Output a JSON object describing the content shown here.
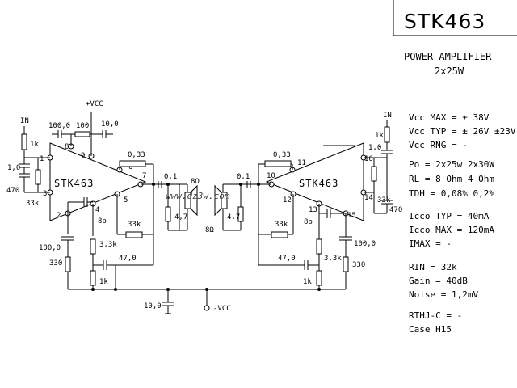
{
  "title": "STK463",
  "subtitle": [
    "POWER AMPLIFIER",
    "2x25W"
  ],
  "specs": [
    "Vcc MAX = ± 38V",
    "Vcc TYP = ± 26V   ±23V",
    "Vcc RNG = -",
    "Po  = 2x25w     2x30W",
    "RL  = 8 Ohm     4 Ohm",
    "TDH = 0,08%     0,2%",
    "Icco TYP = 40mA",
    "Icco MAX = 120mA",
    "IMAX  =  -",
    "RIN  = 32k",
    "Gain = 40dB",
    "Noise = 1,2mV",
    "RTHJ-C = -",
    "Case   H15"
  ],
  "ic_label": "STK463",
  "watermark": "www.dz3w.com",
  "supply": {
    "vcc_pos": "+VCC",
    "vcc_neg": "-VCC"
  },
  "left": {
    "in": "IN",
    "pins": [
      "1",
      "2",
      "3",
      "4",
      "5",
      "6",
      "7",
      "8",
      "9"
    ],
    "parts": {
      "c_in": "1,0",
      "r_in": "1k",
      "r_bias": "33k",
      "c_470": "470",
      "c_100_0": "100,0",
      "r_100": "100",
      "c_10_0": "10,0",
      "r_0_33": "0,33",
      "r_0_1": "0,1",
      "r_4_7": "4,7",
      "spk": "8Ω",
      "c_8p": "8p",
      "r_33k": "33k",
      "c_100_0b": "100,0",
      "r_330": "330",
      "r_3_3k": "3,3k",
      "c_47_0": "47,0",
      "r_1k": "1k"
    }
  },
  "right": {
    "in": "IN",
    "pins": [
      "10",
      "11",
      "12",
      "13",
      "14",
      "15",
      "16"
    ],
    "parts": {
      "c_in": "1,0",
      "r_in": "1k",
      "r_bias": "33k",
      "c_470": "470",
      "r_0_33": "0,33",
      "r_0_1": "0,1",
      "r_4_7": "4,7",
      "spk": "8Ω",
      "c_8p": "8p",
      "r_33k": "33k",
      "c_100_0": "100,0",
      "r_330": "330",
      "r_3_3k": "3,3k",
      "c_47_0": "47,0",
      "r_1k": "1k"
    }
  },
  "bottom": {
    "c_10_0": "10,0"
  }
}
